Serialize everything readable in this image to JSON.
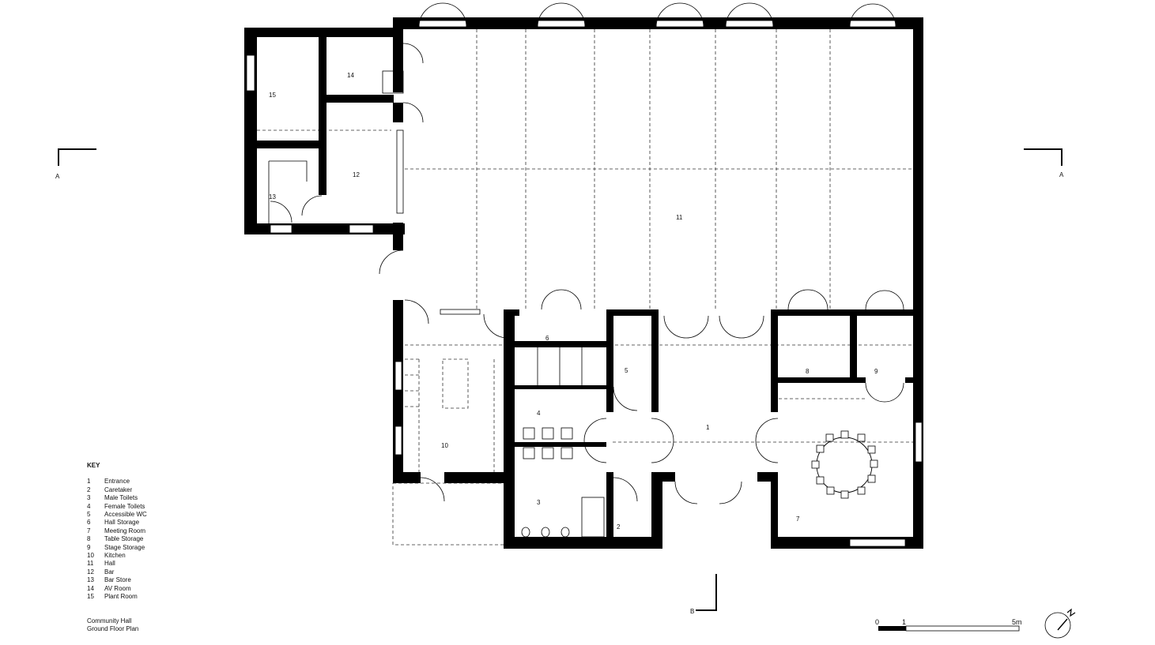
{
  "key": {
    "title": "KEY",
    "items": [
      {
        "num": "1",
        "label": "Entrance"
      },
      {
        "num": "2",
        "label": "Caretaker"
      },
      {
        "num": "3",
        "label": "Male Toilets"
      },
      {
        "num": "4",
        "label": "Female Toilets"
      },
      {
        "num": "5",
        "label": "Accessible WC"
      },
      {
        "num": "6",
        "label": "Hall Storage"
      },
      {
        "num": "7",
        "label": "Meeting Room"
      },
      {
        "num": "8",
        "label": "Table Storage"
      },
      {
        "num": "9",
        "label": "Stage Storage"
      },
      {
        "num": "10",
        "label": "Kitchen"
      },
      {
        "num": "11",
        "label": "Hall"
      },
      {
        "num": "12",
        "label": "Bar"
      },
      {
        "num": "13",
        "label": "Bar Store"
      },
      {
        "num": "14",
        "label": "AV Room"
      },
      {
        "num": "15",
        "label": "Plant Room"
      }
    ]
  },
  "caption": {
    "line1": "Community Hall",
    "line2": "Ground Floor Plan"
  },
  "room_labels": {
    "r1": "1",
    "r2": "2",
    "r3": "3",
    "r4": "4",
    "r5": "5",
    "r6": "6",
    "r7": "7",
    "r8": "8",
    "r9": "9",
    "r10": "10",
    "r11": "11",
    "r12": "12",
    "r13": "13",
    "r14": "14",
    "r15": "15"
  },
  "section_marks": {
    "a_left": "A",
    "a_right": "A",
    "b": "B"
  },
  "scale_bar": {
    "t0": "0",
    "t1": "1",
    "t5": "5m"
  },
  "north_arrow": {
    "label": "N",
    "icon": "north-arrow-icon"
  },
  "colors": {
    "wall": "#000000",
    "background": "#ffffff"
  }
}
